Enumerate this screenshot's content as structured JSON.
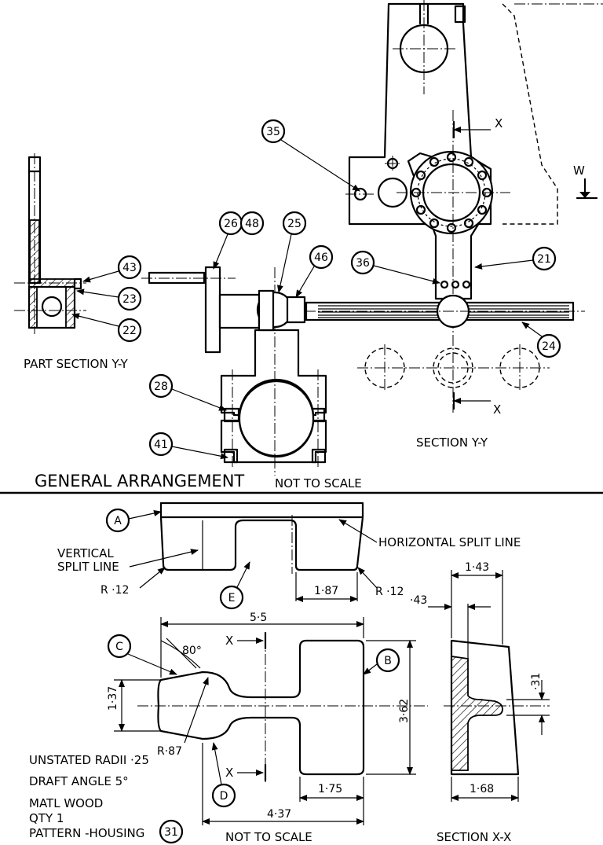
{
  "general_arrangement": {
    "title": "GENERAL ARRANGEMENT",
    "scale_note": "NOT TO SCALE",
    "views": {
      "part_section_yy": "PART SECTION Y-Y",
      "section_yy": "SECTION Y-Y"
    },
    "section_letters": {
      "x_top": "X",
      "x_bottom": "X",
      "w": "W"
    },
    "balloons": {
      "b35": "35",
      "b26": "26",
      "b48": "48",
      "b25": "25",
      "b46": "46",
      "b36": "36",
      "b21": "21",
      "b24": "24",
      "b43": "43",
      "b23": "23",
      "b22": "22",
      "b28": "28",
      "b41": "41"
    }
  },
  "pattern": {
    "labels": {
      "vertical_split": "VERTICAL",
      "vertical_split_2": "SPLIT LINE",
      "horizontal_split": "HORIZONTAL SPLIT LINE",
      "section_xx": "SECTION X-X",
      "not_to_scale": "NOT TO SCALE"
    },
    "letters": {
      "a": "A",
      "b": "B",
      "c": "C",
      "d": "D",
      "e": "E",
      "x1": "X",
      "x2": "X"
    },
    "dimensions": {
      "r12_left": "R ·12",
      "r12_right": "R ·12",
      "d187": "1·87",
      "d55": "5·5",
      "d80": "80°",
      "d137": "1·37",
      "d362": "3·62",
      "r87": "R·87",
      "d175": "1·75",
      "d437": "4·37",
      "d143": "1·43",
      "d43": "·43",
      "d31": "·31",
      "d168": "1·68"
    },
    "notes": [
      "UNSTATED RADII ·25",
      "DRAFT ANGLE 5°",
      "MATL WOOD",
      "QTY 1",
      "PATTERN -HOUSING"
    ],
    "part_balloon": "31"
  }
}
